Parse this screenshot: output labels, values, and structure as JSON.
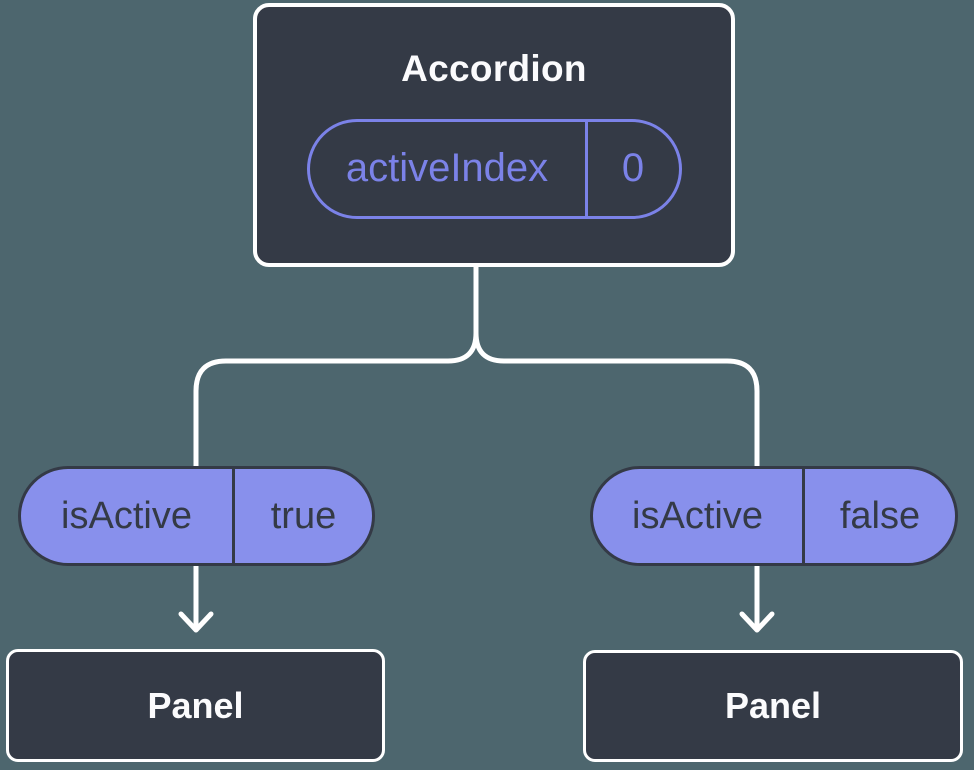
{
  "colors": {
    "background": "#4d666e",
    "node-fill": "#343a46",
    "node-border": "#ffffff",
    "node-text": "#fbfbfd",
    "state-accent": "#7b82e8",
    "prop-fill": "#8890ec",
    "prop-text": "#343a46",
    "connector": "#ffffff"
  },
  "root": {
    "title": "Accordion",
    "state": {
      "name": "activeIndex",
      "value": "0"
    }
  },
  "branches": [
    {
      "prop_name": "isActive",
      "prop_value": "true",
      "child_title": "Panel"
    },
    {
      "prop_name": "isActive",
      "prop_value": "false",
      "child_title": "Panel"
    }
  ]
}
